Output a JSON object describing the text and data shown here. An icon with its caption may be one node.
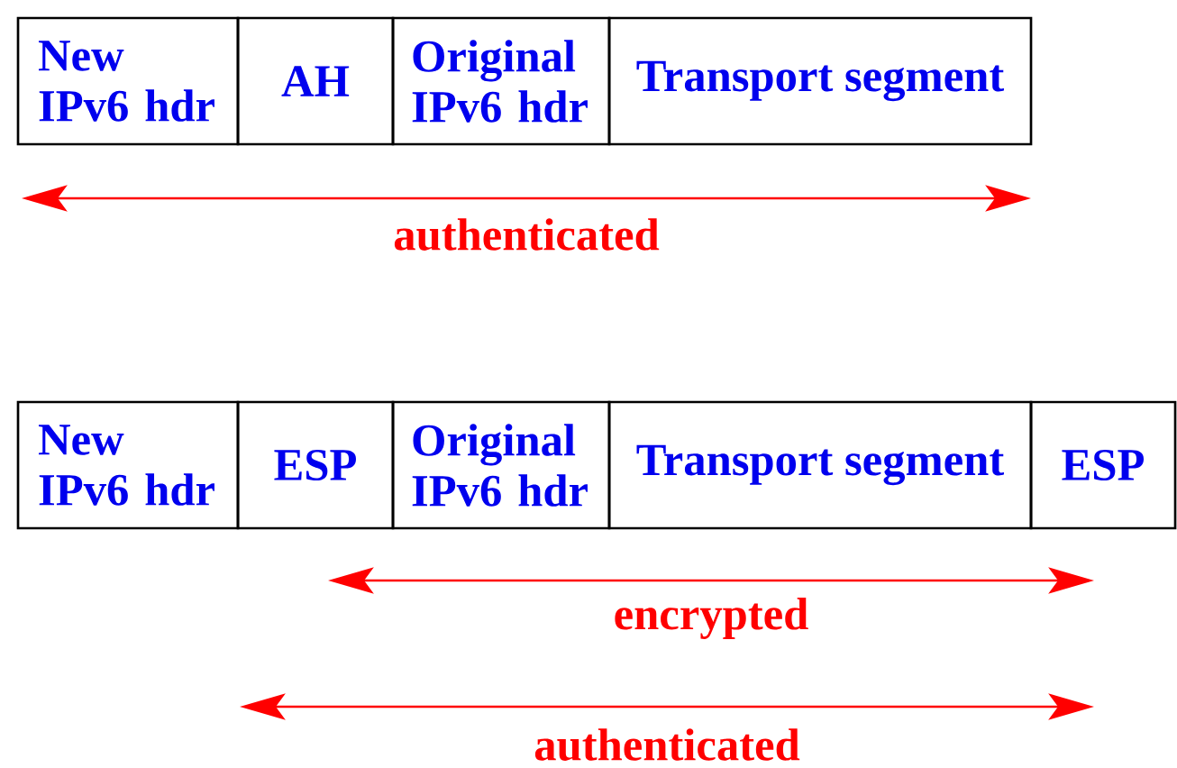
{
  "diagram": {
    "nodes": [
      {
        "text": [
          "New IPv6 hdr"
        ]
      },
      {
        "text": [
          "AH"
        ]
      },
      {
        "text": [
          "Original IPv6 hdr"
        ]
      },
      {
        "text": [
          "Transport segment"
        ]
      },
      {
        "text": [
          "New IPv6 hdr"
        ]
      },
      {
        "text": [
          "ESP"
        ]
      },
      {
        "text": [
          "Original IPv6 hdr"
        ]
      },
      {
        "text": [
          "Transport segment"
        ]
      },
      {
        "text": [
          "ESP"
        ]
      }
    ],
    "labels": [
      "authenticated",
      "encrypted",
      "authenticated"
    ]
  }
}
